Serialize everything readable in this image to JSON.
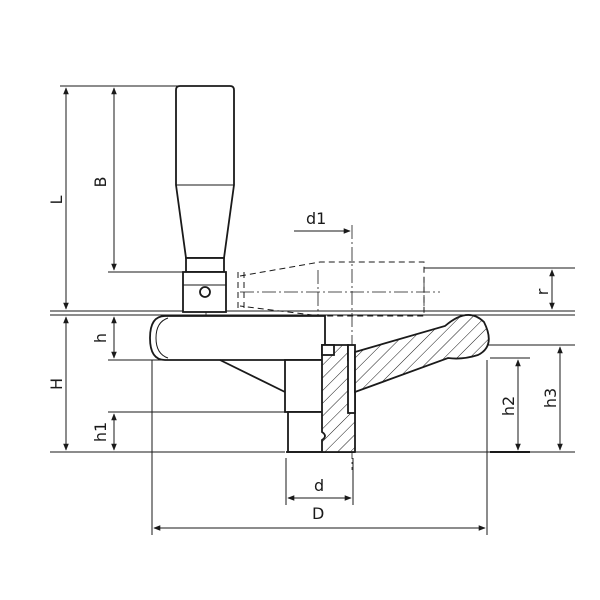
{
  "dimensions": {
    "L": "L",
    "B": "B",
    "d1": "d1",
    "r": "r",
    "h": "h",
    "H": "H",
    "h1": "h1",
    "h2": "h2",
    "h3": "h3",
    "d": "d",
    "D": "D"
  },
  "colors": {
    "line": "#1a1a1a",
    "background": "#ffffff"
  }
}
